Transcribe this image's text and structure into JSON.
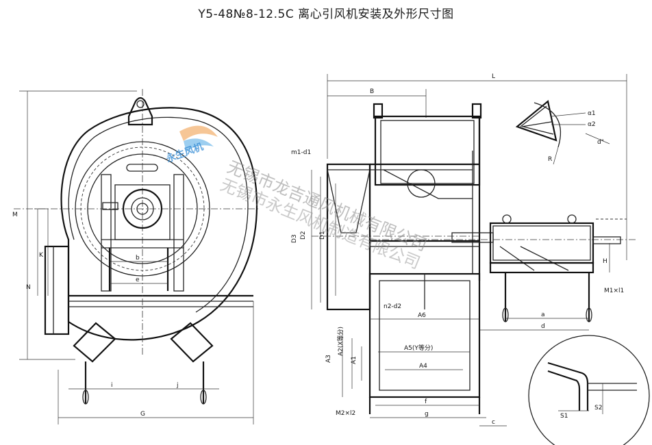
{
  "title": "Y5-48№8-12.5C 离心引风机安装及外形尺寸图",
  "watermark": {
    "line1": "无锡市龙吉通风机械有限公司",
    "line2": "无锡市永生风机制造有限公司",
    "logo_text": "永生风机",
    "logo_color": "#3a8fd6"
  },
  "labels": {
    "M": "M",
    "K": "K",
    "N": "N",
    "b": "b",
    "e": "e",
    "i": "i",
    "j": "j",
    "G": "G",
    "L": "L",
    "B": "B",
    "m1d1": "m1-d1",
    "D3": "D3",
    "D2": "D2",
    "D1": "D1",
    "n2d2": "n2-d2",
    "A6": "A6",
    "A5": "A5(Y等分)",
    "A4": "A4",
    "A3": "A3",
    "A2": "A2(X等分)",
    "A1": "A1",
    "f": "f",
    "g": "g",
    "M2x12": "M2×l2",
    "c": "c",
    "a": "a",
    "d": "d",
    "H": "H",
    "M1xl1": "M1×l1",
    "alpha1": "α1",
    "alpha2": "α2",
    "R": "R",
    "dd": "d\"",
    "S1": "S1",
    "S2": "S2"
  }
}
